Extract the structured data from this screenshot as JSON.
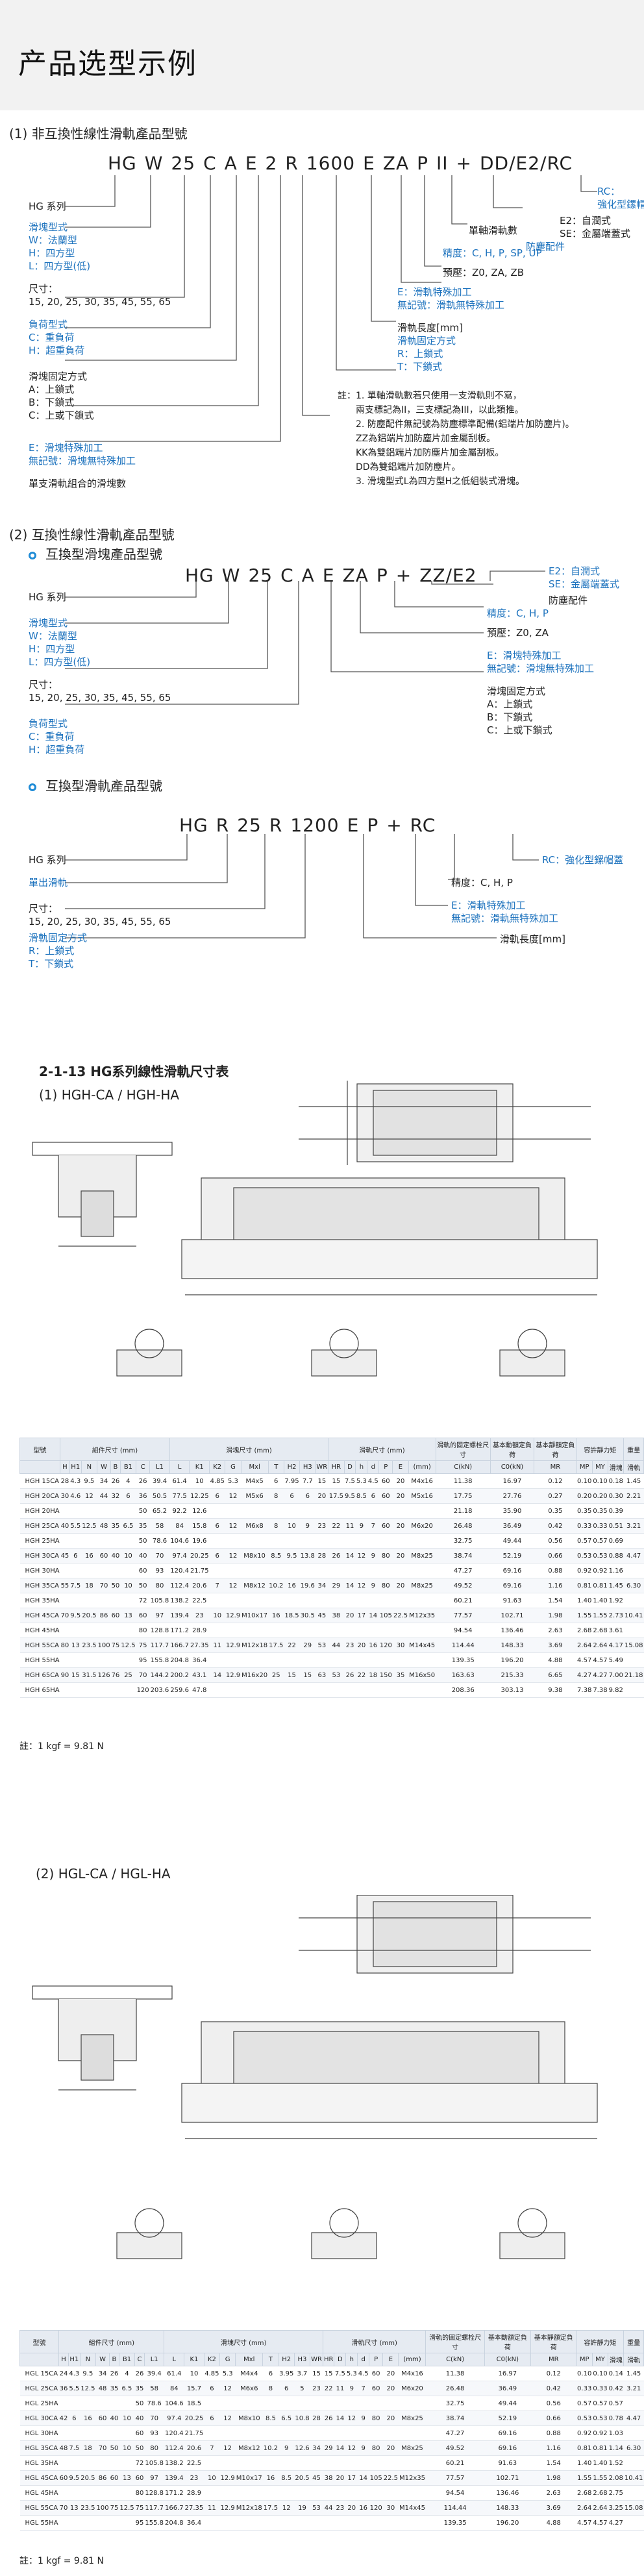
{
  "page_title": "产品选型示例",
  "s1": {
    "title": "(1) 非互換性線性滑軌產品型號",
    "codes": [
      "HG",
      "W",
      "25",
      "C",
      "A",
      "E",
      "2",
      "R",
      "1600",
      "E",
      "ZA",
      "P",
      "II",
      "+",
      "DD/E2/RC"
    ],
    "left_labels": [
      {
        "t": "HG 系列",
        "b": false
      },
      {
        "t": "滑塊型式",
        "b": true
      },
      {
        "t": "W：法蘭型",
        "b": true
      },
      {
        "t": "H：四方型",
        "b": true
      },
      {
        "t": "L：四方型(低)",
        "b": true
      },
      {
        "t": "尺寸：",
        "b": false
      },
      {
        "t": "15, 20, 25, 30, 35, 45, 55, 65",
        "b": false
      },
      {
        "t": "負荷型式",
        "b": true
      },
      {
        "t": "C：重負荷",
        "b": true
      },
      {
        "t": "H：超重負荷",
        "b": true
      },
      {
        "t": "滑塊固定方式",
        "b": false
      },
      {
        "t": "A：上鎖式",
        "b": false
      },
      {
        "t": "B：下鎖式",
        "b": false
      },
      {
        "t": "C：上或下鎖式",
        "b": false
      },
      {
        "t": "E：滑塊特殊加工",
        "b": true
      },
      {
        "t": "無記號：滑塊無特殊加工",
        "b": true
      },
      {
        "t": "單支滑軌組合的滑塊數",
        "b": false
      }
    ],
    "right_labels": [
      {
        "t": "RC：",
        "b": true
      },
      {
        "t": "強化型鏍帽蓋",
        "b": true
      },
      {
        "t": "E2：自潤式",
        "b": false
      },
      {
        "t": "SE：金屬端蓋式",
        "b": false
      },
      {
        "t": "防塵配件",
        "b": true
      },
      {
        "t": "單軸滑軌數",
        "b": false
      },
      {
        "t": "精度：C, H, P, SP, UP",
        "b": true
      },
      {
        "t": "預壓：Z0, ZA, ZB",
        "b": false
      },
      {
        "t": "E：滑軌特殊加工",
        "b": true
      },
      {
        "t": "無記號：滑軌無特殊加工",
        "b": true
      },
      {
        "t": "滑軌長度[mm]",
        "b": false
      },
      {
        "t": "滑軌固定方式",
        "b": true
      },
      {
        "t": "R：上鎖式",
        "b": true
      },
      {
        "t": "T：下鎖式",
        "b": true
      }
    ],
    "notes": [
      "註：1. 單軸滑軌數若只使用一支滑軌則不寫，",
      "兩支標記為II，三支標記為III，以此類推。",
      "2. 防塵配件無記號為防塵標準配備(鋁端片加防塵片)。",
      "ZZ為鋁端片加防塵片加金屬刮板。",
      "KK為雙鋁端片加防塵片加金屬刮板。",
      "DD為雙鋁端片加防塵片。",
      "3. 滑塊型式L為四方型H之低組裝式滑塊。"
    ]
  },
  "s2": {
    "title": "(2) 互換性線性滑軌產品型號",
    "sub_a": "互換型滑塊產品型號",
    "codes_a": [
      "HG",
      "W",
      "25",
      "C",
      "A",
      "E",
      "ZA",
      "P",
      "+",
      "ZZ/E2"
    ],
    "left_a": [
      {
        "t": "HG 系列",
        "b": false
      },
      {
        "t": "滑塊型式",
        "b": true
      },
      {
        "t": "W：法蘭型",
        "b": true
      },
      {
        "t": "H：四方型",
        "b": true
      },
      {
        "t": "L：四方型(低)",
        "b": true
      },
      {
        "t": "尺寸：",
        "b": false
      },
      {
        "t": "15, 20, 25, 30, 35, 45, 55, 65",
        "b": false
      },
      {
        "t": "負荷型式",
        "b": true
      },
      {
        "t": "C：重負荷",
        "b": true
      },
      {
        "t": "H：超重負荷",
        "b": true
      }
    ],
    "right_a": [
      {
        "t": "E2：自潤式",
        "b": true
      },
      {
        "t": "SE：金屬端蓋式",
        "b": true
      },
      {
        "t": "防塵配件",
        "b": false
      },
      {
        "t": "精度：C, H, P",
        "b": true
      },
      {
        "t": "預壓：Z0, ZA",
        "b": false
      },
      {
        "t": "E：滑塊特殊加工",
        "b": true
      },
      {
        "t": "無記號：滑塊無特殊加工",
        "b": true
      },
      {
        "t": "滑塊固定方式",
        "b": false
      },
      {
        "t": "A：上鎖式",
        "b": false
      },
      {
        "t": "B：下鎖式",
        "b": false
      },
      {
        "t": "C：上或下鎖式",
        "b": false
      }
    ],
    "sub_b": "互換型滑軌產品型號",
    "codes_b": [
      "HG",
      "R",
      "25",
      "R",
      "1200",
      "E",
      "P",
      "+",
      "RC"
    ],
    "left_b": [
      {
        "t": "HG 系列",
        "b": false
      },
      {
        "t": "單出滑軌",
        "b": true
      },
      {
        "t": "尺寸：",
        "b": false
      },
      {
        "t": "15, 20, 25, 30, 35, 45, 55, 65",
        "b": false
      },
      {
        "t": "滑軌固定方式",
        "b": true
      },
      {
        "t": "R：上鎖式",
        "b": true
      },
      {
        "t": "T：下鎖式",
        "b": true
      }
    ],
    "right_b": [
      {
        "t": "RC：強化型鏍帽蓋",
        "b": true
      },
      {
        "t": "精度：C, H, P",
        "b": false
      },
      {
        "t": "E：滑軌特殊加工",
        "b": true
      },
      {
        "t": "無記號：滑軌無特殊加工",
        "b": true
      },
      {
        "t": "滑軌長度[mm]",
        "b": false
      }
    ]
  },
  "s3": {
    "title": "2-1-13 HG系列線性滑軌尺寸表",
    "sub1": "(1) HGH-CA / HGH-HA",
    "sub2": "(2) HGL-CA / HGL-HA",
    "footnote": "註：1 kgf = 9.81 N"
  },
  "table": {
    "group_headers": [
      "型號",
      "組件尺寸 (mm)",
      "滑塊尺寸 (mm)",
      "滑軌尺寸 (mm)",
      "滑軌的固定螺栓尺寸",
      "基本動額定負荷",
      "基本靜額定負荷",
      "容許靜力矩",
      "重量"
    ],
    "col_headers": [
      "",
      "H",
      "H1",
      "N",
      "W",
      "B",
      "B1",
      "C",
      "L1",
      "L",
      "K1",
      "K2",
      "G",
      "Mxl",
      "T",
      "H2",
      "H3",
      "WR",
      "HR",
      "D",
      "h",
      "d",
      "P",
      "E",
      "(mm)",
      "C(kN)",
      "C0(kN)",
      "MR",
      "MP",
      "MY",
      "滑塊",
      "滑軌"
    ],
    "rows": [
      [
        "HGH 15CA",
        "28",
        "4.3",
        "9.5",
        "34",
        "26",
        "4",
        "26",
        "39.4",
        "61.4",
        "10",
        "4.85",
        "5.3",
        "M4x5",
        "6",
        "7.95",
        "7.7",
        "15",
        "15",
        "7.5",
        "5.3",
        "4.5",
        "60",
        "20",
        "M4x16",
        "11.38",
        "16.97",
        "0.12",
        "0.10",
        "0.10",
        "0.18",
        "1.45"
      ],
      [
        "HGH 20CA",
        "30",
        "4.6",
        "12",
        "44",
        "32",
        "6",
        "36",
        "50.5",
        "77.5",
        "12.25",
        "6",
        "12",
        "M5x6",
        "8",
        "6",
        "6",
        "20",
        "17.5",
        "9.5",
        "8.5",
        "6",
        "60",
        "20",
        "M5x16",
        "17.75",
        "27.76",
        "0.27",
        "0.20",
        "0.20",
        "0.30",
        "2.21"
      ],
      [
        "HGH 20HA",
        "",
        "",
        "",
        "",
        "",
        "",
        "50",
        "65.2",
        "92.2",
        "12.6",
        "",
        "",
        "",
        "",
        "",
        "",
        "",
        "",
        "",
        "",
        "",
        "",
        "",
        "",
        "21.18",
        "35.90",
        "0.35",
        "0.35",
        "0.35",
        "0.39",
        ""
      ],
      [
        "HGH 25CA",
        "40",
        "5.5",
        "12.5",
        "48",
        "35",
        "6.5",
        "35",
        "58",
        "84",
        "15.8",
        "6",
        "12",
        "M6x8",
        "8",
        "10",
        "9",
        "23",
        "22",
        "11",
        "9",
        "7",
        "60",
        "20",
        "M6x20",
        "26.48",
        "36.49",
        "0.42",
        "0.33",
        "0.33",
        "0.51",
        "3.21"
      ],
      [
        "HGH 25HA",
        "",
        "",
        "",
        "",
        "",
        "",
        "50",
        "78.6",
        "104.6",
        "19.6",
        "",
        "",
        "",
        "",
        "",
        "",
        "",
        "",
        "",
        "",
        "",
        "",
        "",
        "",
        "32.75",
        "49.44",
        "0.56",
        "0.57",
        "0.57",
        "0.69",
        ""
      ],
      [
        "HGH 30CA",
        "45",
        "6",
        "16",
        "60",
        "40",
        "10",
        "40",
        "70",
        "97.4",
        "20.25",
        "6",
        "12",
        "M8x10",
        "8.5",
        "9.5",
        "13.8",
        "28",
        "26",
        "14",
        "12",
        "9",
        "80",
        "20",
        "M8x25",
        "38.74",
        "52.19",
        "0.66",
        "0.53",
        "0.53",
        "0.88",
        "4.47"
      ],
      [
        "HGH 30HA",
        "",
        "",
        "",
        "",
        "",
        "",
        "60",
        "93",
        "120.4",
        "21.75",
        "",
        "",
        "",
        "",
        "",
        "",
        "",
        "",
        "",
        "",
        "",
        "",
        "",
        "",
        "47.27",
        "69.16",
        "0.88",
        "0.92",
        "0.92",
        "1.16",
        ""
      ],
      [
        "HGH 35CA",
        "55",
        "7.5",
        "18",
        "70",
        "50",
        "10",
        "50",
        "80",
        "112.4",
        "20.6",
        "7",
        "12",
        "M8x12",
        "10.2",
        "16",
        "19.6",
        "34",
        "29",
        "14",
        "12",
        "9",
        "80",
        "20",
        "M8x25",
        "49.52",
        "69.16",
        "1.16",
        "0.81",
        "0.81",
        "1.45",
        "6.30"
      ],
      [
        "HGH 35HA",
        "",
        "",
        "",
        "",
        "",
        "",
        "72",
        "105.8",
        "138.2",
        "22.5",
        "",
        "",
        "",
        "",
        "",
        "",
        "",
        "",
        "",
        "",
        "",
        "",
        "",
        "",
        "60.21",
        "91.63",
        "1.54",
        "1.40",
        "1.40",
        "1.92",
        ""
      ],
      [
        "HGH 45CA",
        "70",
        "9.5",
        "20.5",
        "86",
        "60",
        "13",
        "60",
        "97",
        "139.4",
        "23",
        "10",
        "12.9",
        "M10x17",
        "16",
        "18.5",
        "30.5",
        "45",
        "38",
        "20",
        "17",
        "14",
        "105",
        "22.5",
        "M12x35",
        "77.57",
        "102.71",
        "1.98",
        "1.55",
        "1.55",
        "2.73",
        "10.41"
      ],
      [
        "HGH 45HA",
        "",
        "",
        "",
        "",
        "",
        "",
        "80",
        "128.8",
        "171.2",
        "28.9",
        "",
        "",
        "",
        "",
        "",
        "",
        "",
        "",
        "",
        "",
        "",
        "",
        "",
        "",
        "94.54",
        "136.46",
        "2.63",
        "2.68",
        "2.68",
        "3.61",
        ""
      ],
      [
        "HGH 55CA",
        "80",
        "13",
        "23.5",
        "100",
        "75",
        "12.5",
        "75",
        "117.7",
        "166.7",
        "27.35",
        "11",
        "12.9",
        "M12x18",
        "17.5",
        "22",
        "29",
        "53",
        "44",
        "23",
        "20",
        "16",
        "120",
        "30",
        "M14x45",
        "114.44",
        "148.33",
        "3.69",
        "2.64",
        "2.64",
        "4.17",
        "15.08"
      ],
      [
        "HGH 55HA",
        "",
        "",
        "",
        "",
        "",
        "",
        "95",
        "155.8",
        "204.8",
        "36.4",
        "",
        "",
        "",
        "",
        "",
        "",
        "",
        "",
        "",
        "",
        "",
        "",
        "",
        "",
        "139.35",
        "196.20",
        "4.88",
        "4.57",
        "4.57",
        "5.49",
        ""
      ],
      [
        "HGH 65CA",
        "90",
        "15",
        "31.5",
        "126",
        "76",
        "25",
        "70",
        "144.2",
        "200.2",
        "43.1",
        "14",
        "12.9",
        "M16x20",
        "25",
        "15",
        "15",
        "63",
        "53",
        "26",
        "22",
        "18",
        "150",
        "35",
        "M16x50",
        "163.63",
        "215.33",
        "6.65",
        "4.27",
        "4.27",
        "7.00",
        "21.18"
      ],
      [
        "HGH 65HA",
        "",
        "",
        "",
        "",
        "",
        "",
        "120",
        "203.6",
        "259.6",
        "47.8",
        "",
        "",
        "",
        "",
        "",
        "",
        "",
        "",
        "",
        "",
        "",
        "",
        "",
        "",
        "208.36",
        "303.13",
        "9.38",
        "7.38",
        "7.38",
        "9.82",
        ""
      ]
    ],
    "rows2": [
      [
        "HGL 15CA",
        "24",
        "4.3",
        "9.5",
        "34",
        "26",
        "4",
        "26",
        "39.4",
        "61.4",
        "10",
        "4.85",
        "5.3",
        "M4x4",
        "6",
        "3.95",
        "3.7",
        "15",
        "15",
        "7.5",
        "5.3",
        "4.5",
        "60",
        "20",
        "M4x16",
        "11.38",
        "16.97",
        "0.12",
        "0.10",
        "0.10",
        "0.14",
        "1.45"
      ],
      [
        "HGL 25CA",
        "36",
        "5.5",
        "12.5",
        "48",
        "35",
        "6.5",
        "35",
        "58",
        "84",
        "15.7",
        "6",
        "12",
        "M6x6",
        "8",
        "6",
        "5",
        "23",
        "22",
        "11",
        "9",
        "7",
        "60",
        "20",
        "M6x20",
        "26.48",
        "36.49",
        "0.42",
        "0.33",
        "0.33",
        "0.42",
        "3.21"
      ],
      [
        "HGL 25HA",
        "",
        "",
        "",
        "",
        "",
        "",
        "50",
        "78.6",
        "104.6",
        "18.5",
        "",
        "",
        "",
        "",
        "",
        "",
        "",
        "",
        "",
        "",
        "",
        "",
        "",
        "",
        "32.75",
        "49.44",
        "0.56",
        "0.57",
        "0.57",
        "0.57",
        ""
      ],
      [
        "HGL 30CA",
        "42",
        "6",
        "16",
        "60",
        "40",
        "10",
        "40",
        "70",
        "97.4",
        "20.25",
        "6",
        "12",
        "M8x10",
        "8.5",
        "6.5",
        "10.8",
        "28",
        "26",
        "14",
        "12",
        "9",
        "80",
        "20",
        "M8x25",
        "38.74",
        "52.19",
        "0.66",
        "0.53",
        "0.53",
        "0.78",
        "4.47"
      ],
      [
        "HGL 30HA",
        "",
        "",
        "",
        "",
        "",
        "",
        "60",
        "93",
        "120.4",
        "21.75",
        "",
        "",
        "",
        "",
        "",
        "",
        "",
        "",
        "",
        "",
        "",
        "",
        "",
        "",
        "47.27",
        "69.16",
        "0.88",
        "0.92",
        "0.92",
        "1.03",
        ""
      ],
      [
        "HGL 35CA",
        "48",
        "7.5",
        "18",
        "70",
        "50",
        "10",
        "50",
        "80",
        "112.4",
        "20.6",
        "7",
        "12",
        "M8x12",
        "10.2",
        "9",
        "12.6",
        "34",
        "29",
        "14",
        "12",
        "9",
        "80",
        "20",
        "M8x25",
        "49.52",
        "69.16",
        "1.16",
        "0.81",
        "0.81",
        "1.14",
        "6.30"
      ],
      [
        "HGL 35HA",
        "",
        "",
        "",
        "",
        "",
        "",
        "72",
        "105.8",
        "138.2",
        "22.5",
        "",
        "",
        "",
        "",
        "",
        "",
        "",
        "",
        "",
        "",
        "",
        "",
        "",
        "",
        "60.21",
        "91.63",
        "1.54",
        "1.40",
        "1.40",
        "1.52",
        ""
      ],
      [
        "HGL 45CA",
        "60",
        "9.5",
        "20.5",
        "86",
        "60",
        "13",
        "60",
        "97",
        "139.4",
        "23",
        "10",
        "12.9",
        "M10x17",
        "16",
        "8.5",
        "20.5",
        "45",
        "38",
        "20",
        "17",
        "14",
        "105",
        "22.5",
        "M12x35",
        "77.57",
        "102.71",
        "1.98",
        "1.55",
        "1.55",
        "2.08",
        "10.41"
      ],
      [
        "HGL 45HA",
        "",
        "",
        "",
        "",
        "",
        "",
        "80",
        "128.8",
        "171.2",
        "28.9",
        "",
        "",
        "",
        "",
        "",
        "",
        "",
        "",
        "",
        "",
        "",
        "",
        "",
        "",
        "94.54",
        "136.46",
        "2.63",
        "2.68",
        "2.68",
        "2.75",
        ""
      ],
      [
        "HGL 55CA",
        "70",
        "13",
        "23.5",
        "100",
        "75",
        "12.5",
        "75",
        "117.7",
        "166.7",
        "27.35",
        "11",
        "12.9",
        "M12x18",
        "17.5",
        "12",
        "19",
        "53",
        "44",
        "23",
        "20",
        "16",
        "120",
        "30",
        "M14x45",
        "114.44",
        "148.33",
        "3.69",
        "2.64",
        "2.64",
        "3.25",
        "15.08"
      ],
      [
        "HGL 55HA",
        "",
        "",
        "",
        "",
        "",
        "",
        "95",
        "155.8",
        "204.8",
        "36.4",
        "",
        "",
        "",
        "",
        "",
        "",
        "",
        "",
        "",
        "",
        "",
        "",
        "",
        "",
        "139.35",
        "196.20",
        "4.88",
        "4.57",
        "4.57",
        "4.27",
        ""
      ]
    ]
  }
}
